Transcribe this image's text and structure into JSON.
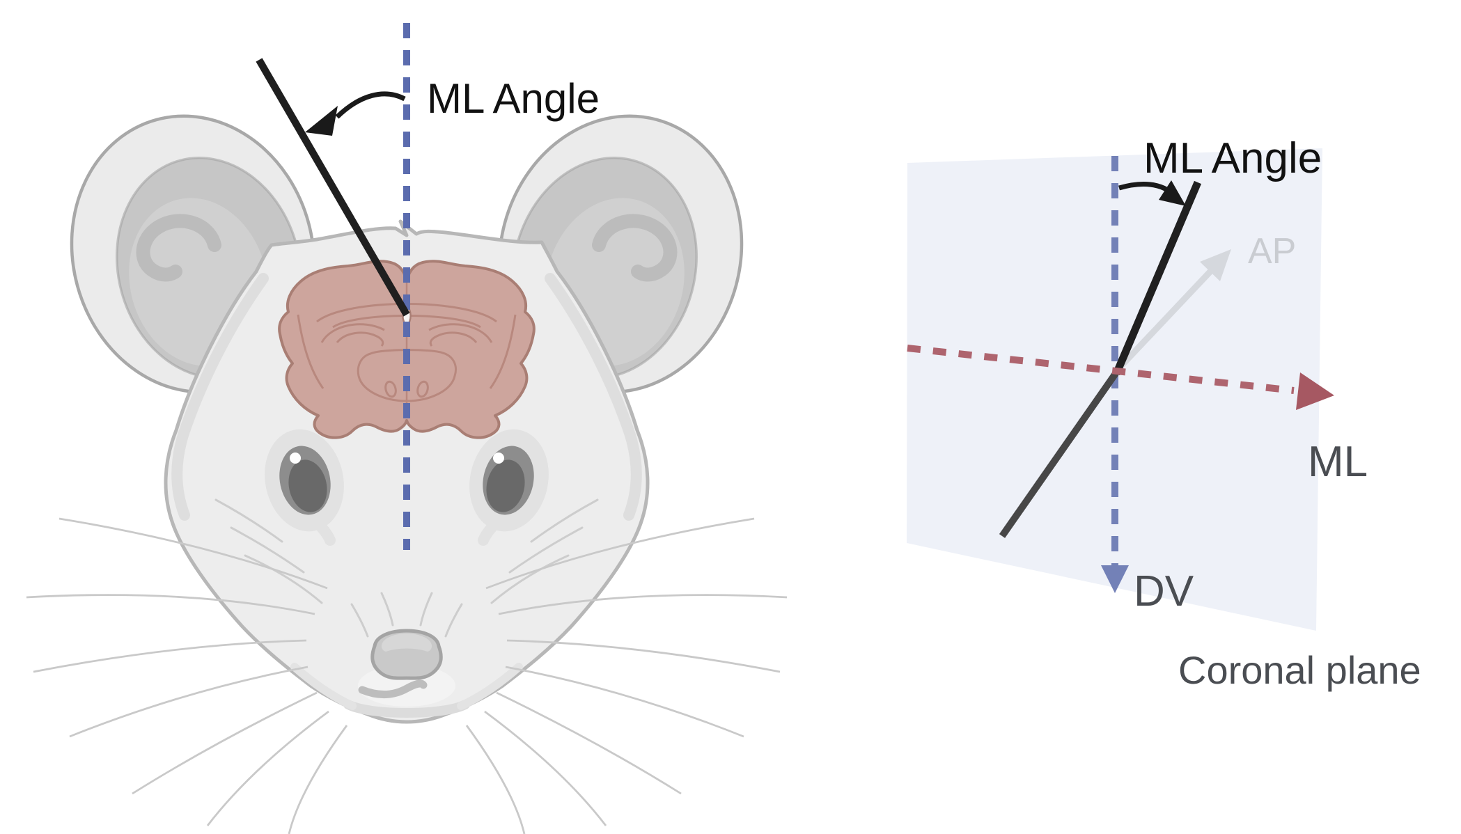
{
  "left_panel": {
    "ml_angle_label": "ML Angle",
    "description": "front view of mouse head with coronal brain section, vertical midline and tilted probe"
  },
  "right_panel": {
    "ml_angle_label": "ML Angle",
    "ap_axis_label": "AP",
    "ml_axis_label": "ML",
    "dv_axis_label": "DV",
    "plane_label": "Coronal plane"
  },
  "colors": {
    "midline-blue": "#5b6cae",
    "dv-blue": "#7381b7",
    "ml-red": "#ae646e",
    "ml-red-arrow": "#a65862",
    "plane-fill": "#eef1f8",
    "ap-gray": "#d5d8dd",
    "ap-label": "#c9ccd1",
    "label-dark": "#4a4d52",
    "probe-black": "#1f1f1f",
    "probe-lower": "#474747",
    "brain-fill": "#cda59d",
    "brain-outline": "#a97e74",
    "brain-inner": "#b8887e",
    "mouse-fill": "#ededed",
    "mouse-outline": "#b7b7b7",
    "annotation-black": "#111111"
  }
}
